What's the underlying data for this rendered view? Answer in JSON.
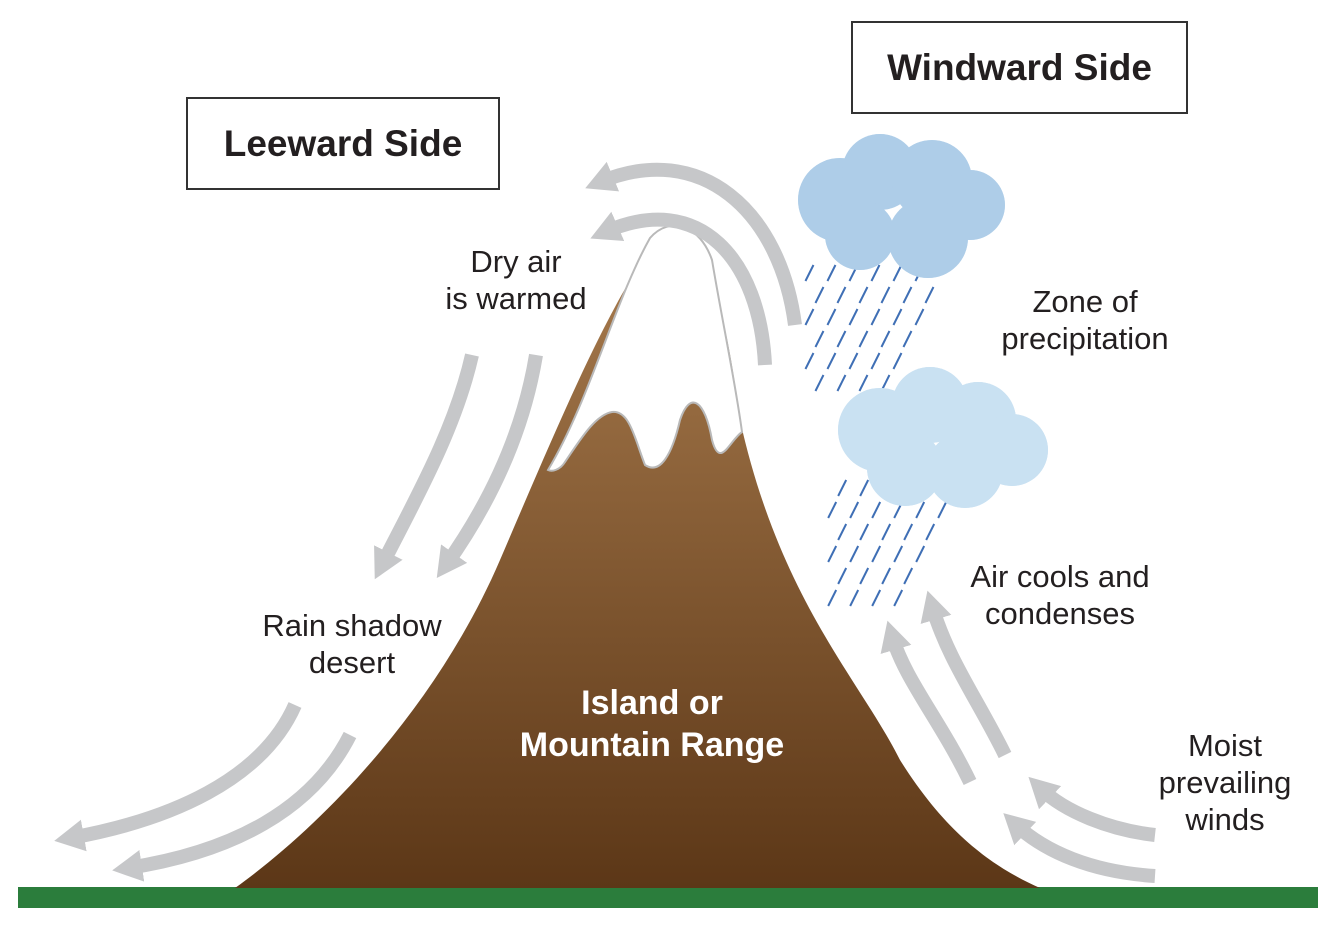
{
  "title_boxes": {
    "leeward": "Leeward Side",
    "windward": "Windward Side"
  },
  "labels": {
    "dry_air": [
      "Dry air",
      "is warmed"
    ],
    "zone": [
      "Zone of",
      "precipitation"
    ],
    "air_cools": [
      "Air cools and",
      "condenses"
    ],
    "rain_shadow": [
      "Rain shadow",
      "desert"
    ],
    "mountain": [
      "Island or",
      "Mountain Range"
    ],
    "moist": [
      "Moist",
      "prevailing",
      "winds"
    ]
  },
  "colors": {
    "ground": "#2b7d3c",
    "mountain_top": "#a97c4e",
    "mountain_bottom": "#5c3717",
    "snow": "#ffffff",
    "arrow": "#c6c7c9",
    "cloud_dark": "#aecde8",
    "cloud_light": "#c9e1f2",
    "rain": "#3f6fb5"
  }
}
